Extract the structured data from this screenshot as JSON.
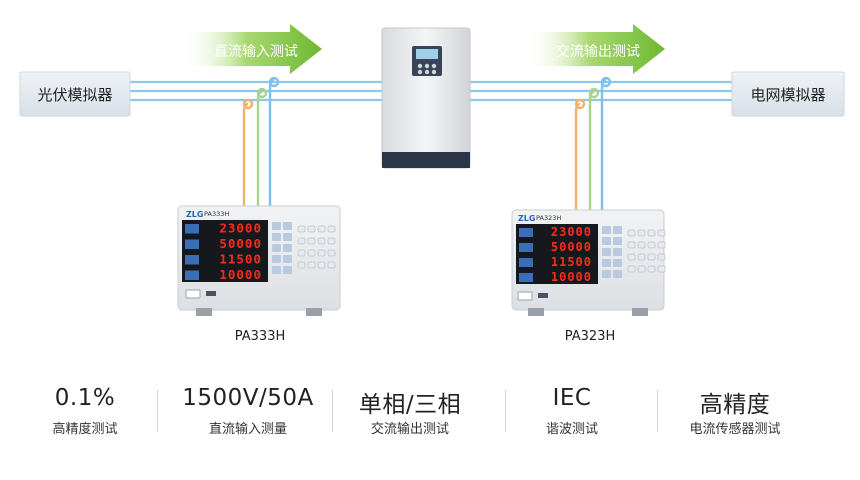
{
  "source_box": {
    "label": "光伏模拟器"
  },
  "grid_box": {
    "label": "电网模拟器"
  },
  "arrow_dc": {
    "label": "直流输入测试"
  },
  "arrow_ac": {
    "label": "交流输出测试"
  },
  "analyzer_left": {
    "model_label": "PA333H",
    "logo": "ZLG",
    "header_text": "PA333H",
    "readings": [
      "23000",
      "50000",
      "11500",
      "10000"
    ]
  },
  "analyzer_right": {
    "model_label": "PA323H",
    "logo": "ZLG",
    "header_text": "PA323H",
    "readings": [
      "23000",
      "50000",
      "11500",
      "10000"
    ]
  },
  "stats": [
    {
      "value": "0.1%",
      "desc": "高精度测试"
    },
    {
      "value": "1500V/50A",
      "desc": "直流输入测量"
    },
    {
      "value": "单相/三相",
      "desc": "交流输出测试"
    },
    {
      "value": "IEC",
      "desc": "谐波测试"
    },
    {
      "value": "高精度",
      "desc": "电流传感器测试"
    }
  ],
  "colors": {
    "wire_blue": "#8cc8ec",
    "probe_orange": "#f0b26a",
    "probe_green": "#a8d488",
    "probe_blue": "#7fc0ea",
    "arrow_green": "#7cc13c",
    "box_fill": "#e4eaf0",
    "display_red": "#ff2a1a"
  }
}
